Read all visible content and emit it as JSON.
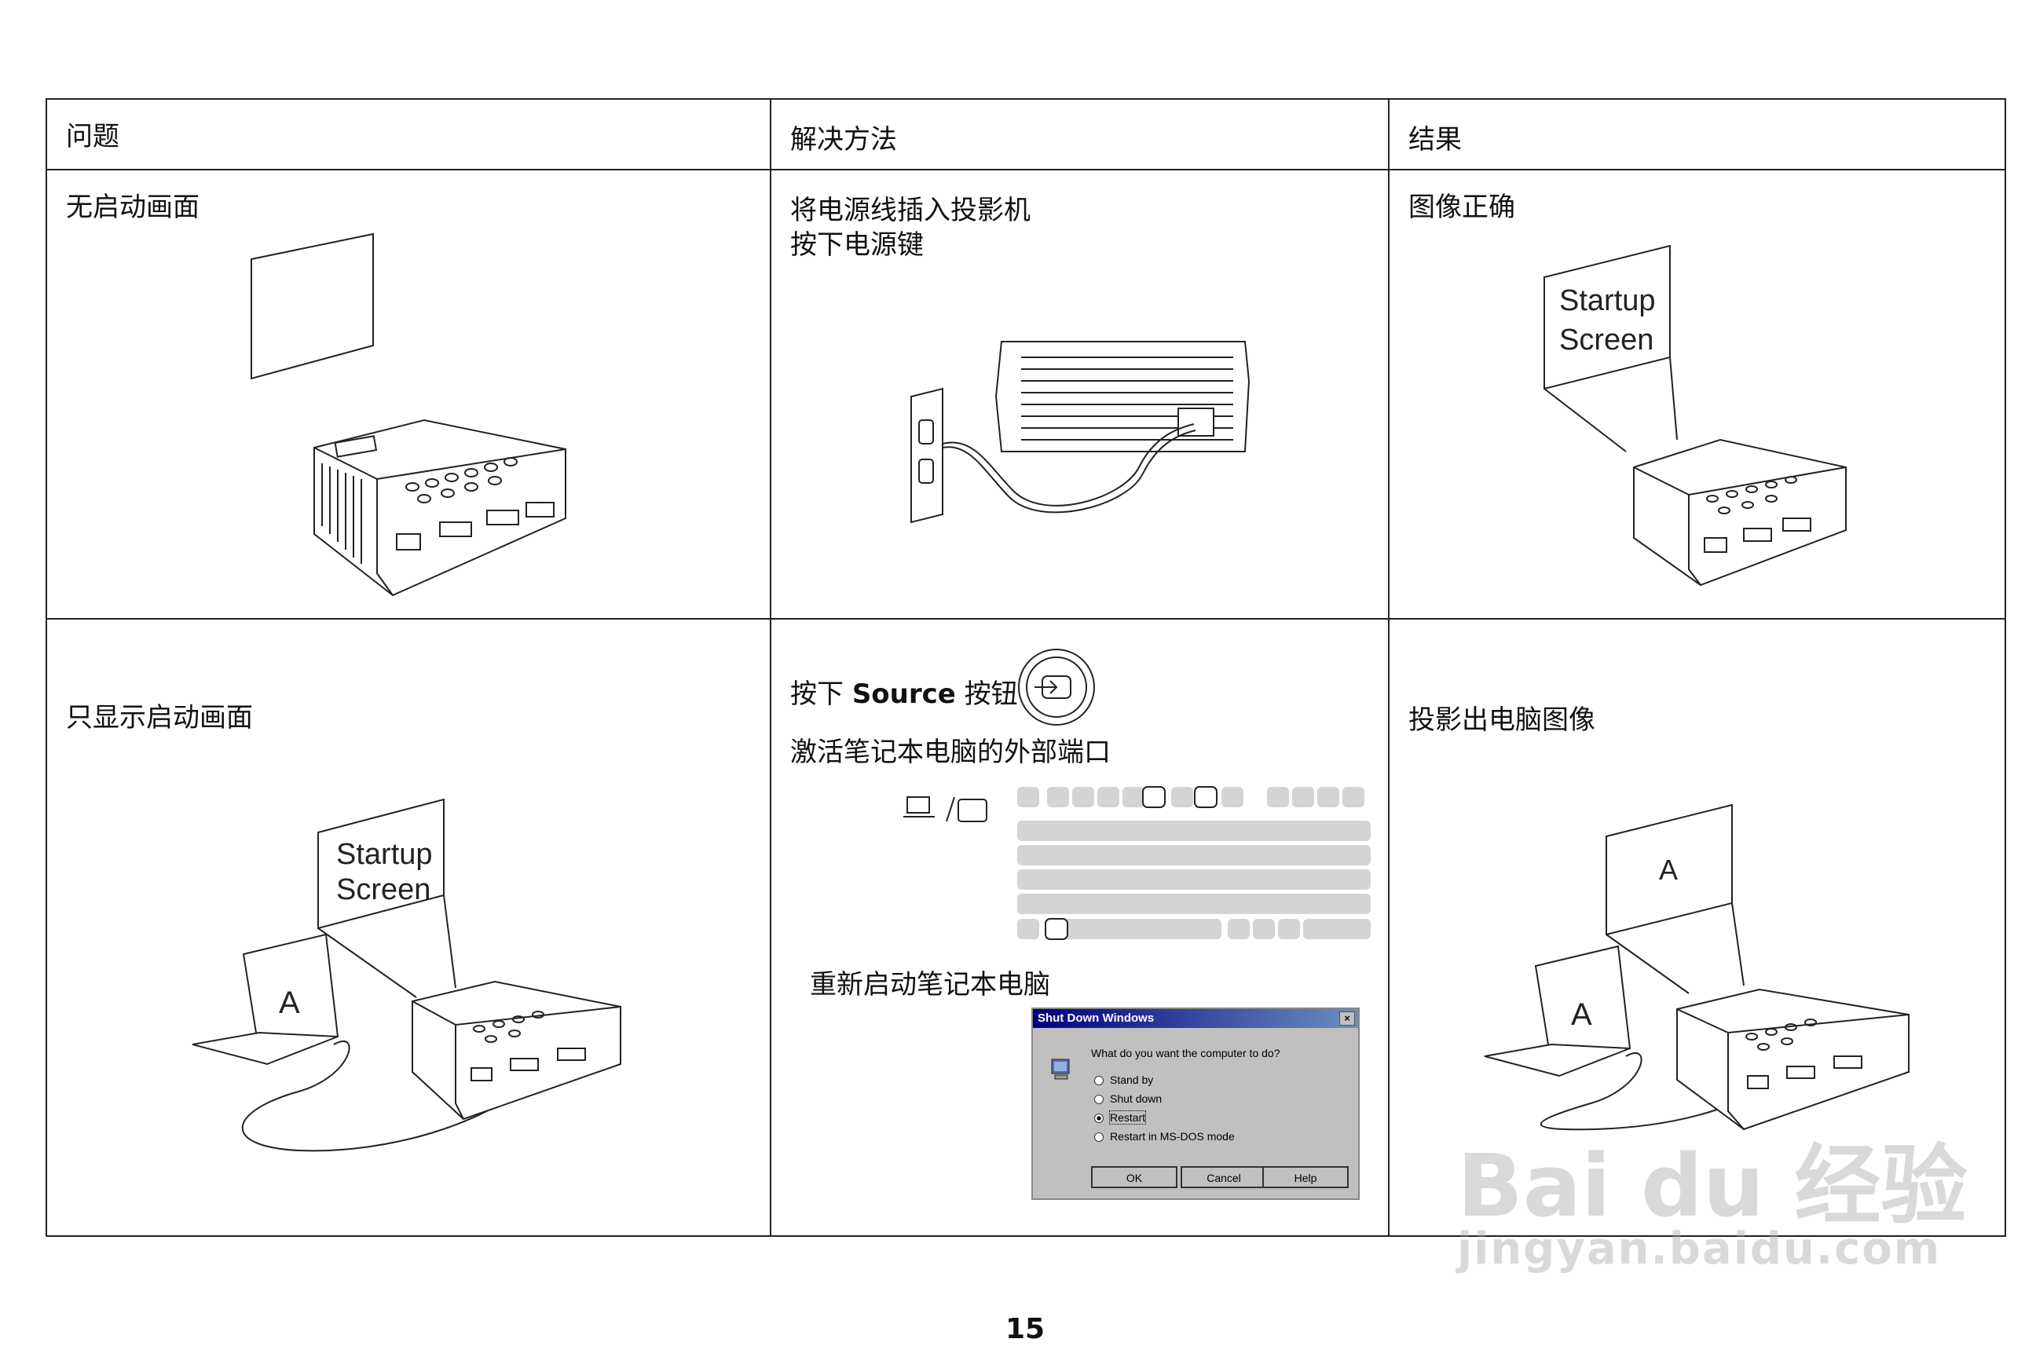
{
  "header": {
    "problem": "问题",
    "solution": "解决方法",
    "result": "结果"
  },
  "row1": {
    "problem": "无启动画面",
    "solution_line1": "将电源线插入投影机",
    "solution_line2": "按下电源键",
    "result": "图像正确",
    "result_screen_line1": "Startup",
    "result_screen_line2": "Screen"
  },
  "row2": {
    "problem": "只显示启动画面",
    "problem_screen_line1": "Startup",
    "problem_screen_line2": "Screen",
    "problem_laptop_letter": "A",
    "solution_press_prefix": "按下",
    "solution_press_key": "Source",
    "solution_press_suffix": "按钮",
    "solution_activate": "激活笔记本电脑的外部端口",
    "solution_restart": "重新启动笔记本电脑",
    "result": "投影出电脑图像",
    "result_screen_letter": "A",
    "result_laptop_letter": "A"
  },
  "dialog": {
    "title": "Shut Down Windows",
    "close": "×",
    "question": "What do you want the computer to do?",
    "options": [
      "Stand by",
      "Shut down",
      "Restart",
      "Restart in MS-DOS mode"
    ],
    "selected_option": "Restart",
    "buttons": [
      "OK",
      "Cancel",
      "Help"
    ]
  },
  "page_number": "15",
  "watermark": {
    "brand": "Bai du 经验",
    "url": "jingyan.baidu.com"
  }
}
